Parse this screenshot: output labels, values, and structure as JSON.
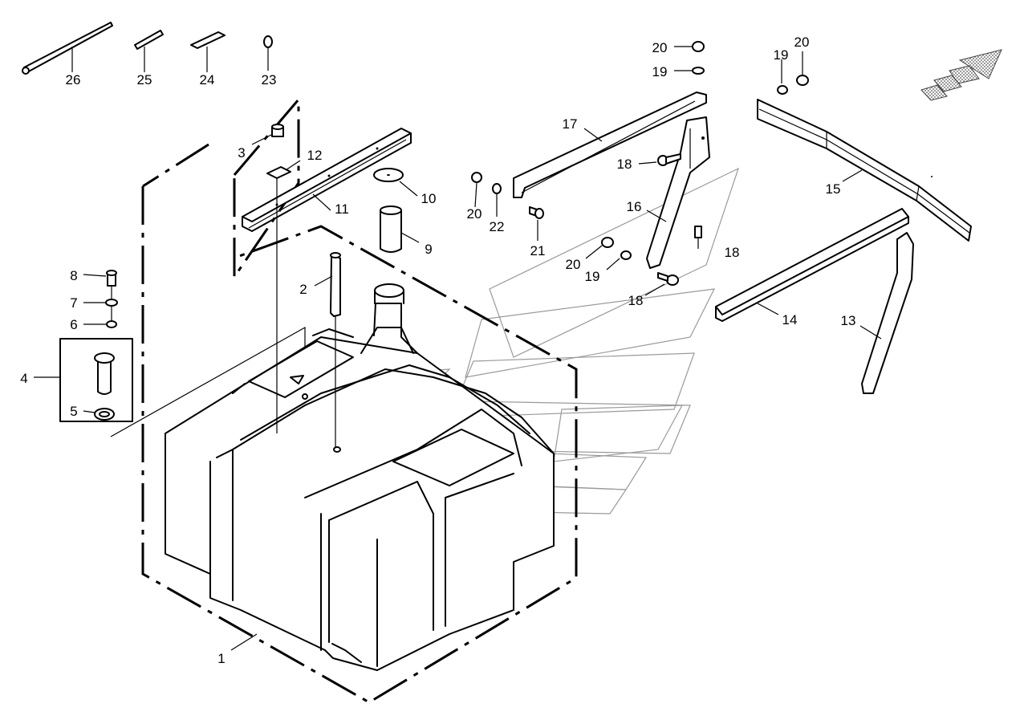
{
  "diagram": {
    "callouts": [
      {
        "id": "c1",
        "text": "1"
      },
      {
        "id": "c2",
        "text": "2"
      },
      {
        "id": "c3",
        "text": "3"
      },
      {
        "id": "c4",
        "text": "4"
      },
      {
        "id": "c5",
        "text": "5"
      },
      {
        "id": "c6",
        "text": "6"
      },
      {
        "id": "c7",
        "text": "7"
      },
      {
        "id": "c8",
        "text": "8"
      },
      {
        "id": "c9",
        "text": "9"
      },
      {
        "id": "c10",
        "text": "10"
      },
      {
        "id": "c11",
        "text": "11"
      },
      {
        "id": "c12",
        "text": "12"
      },
      {
        "id": "c13",
        "text": "13"
      },
      {
        "id": "c14",
        "text": "14"
      },
      {
        "id": "c15",
        "text": "15"
      },
      {
        "id": "c16",
        "text": "16"
      },
      {
        "id": "c17",
        "text": "17"
      },
      {
        "id": "c18a",
        "text": "18"
      },
      {
        "id": "c18b",
        "text": "18"
      },
      {
        "id": "c18c",
        "text": "18"
      },
      {
        "id": "c19a",
        "text": "19"
      },
      {
        "id": "c19b",
        "text": "19"
      },
      {
        "id": "c19c",
        "text": "19"
      },
      {
        "id": "c20a",
        "text": "20"
      },
      {
        "id": "c20b",
        "text": "20"
      },
      {
        "id": "c20c",
        "text": "20"
      },
      {
        "id": "c20d",
        "text": "20"
      },
      {
        "id": "c21",
        "text": "21"
      },
      {
        "id": "c22",
        "text": "22"
      },
      {
        "id": "c23",
        "text": "23"
      },
      {
        "id": "c24",
        "text": "24"
      },
      {
        "id": "c25",
        "text": "25"
      },
      {
        "id": "c26",
        "text": "26"
      }
    ],
    "colors": {
      "line": "#000000",
      "watermark": "#9a9a9a",
      "background": "#ffffff"
    },
    "icons": [
      "direction-arrow-icon",
      "watermark-logo"
    ]
  }
}
